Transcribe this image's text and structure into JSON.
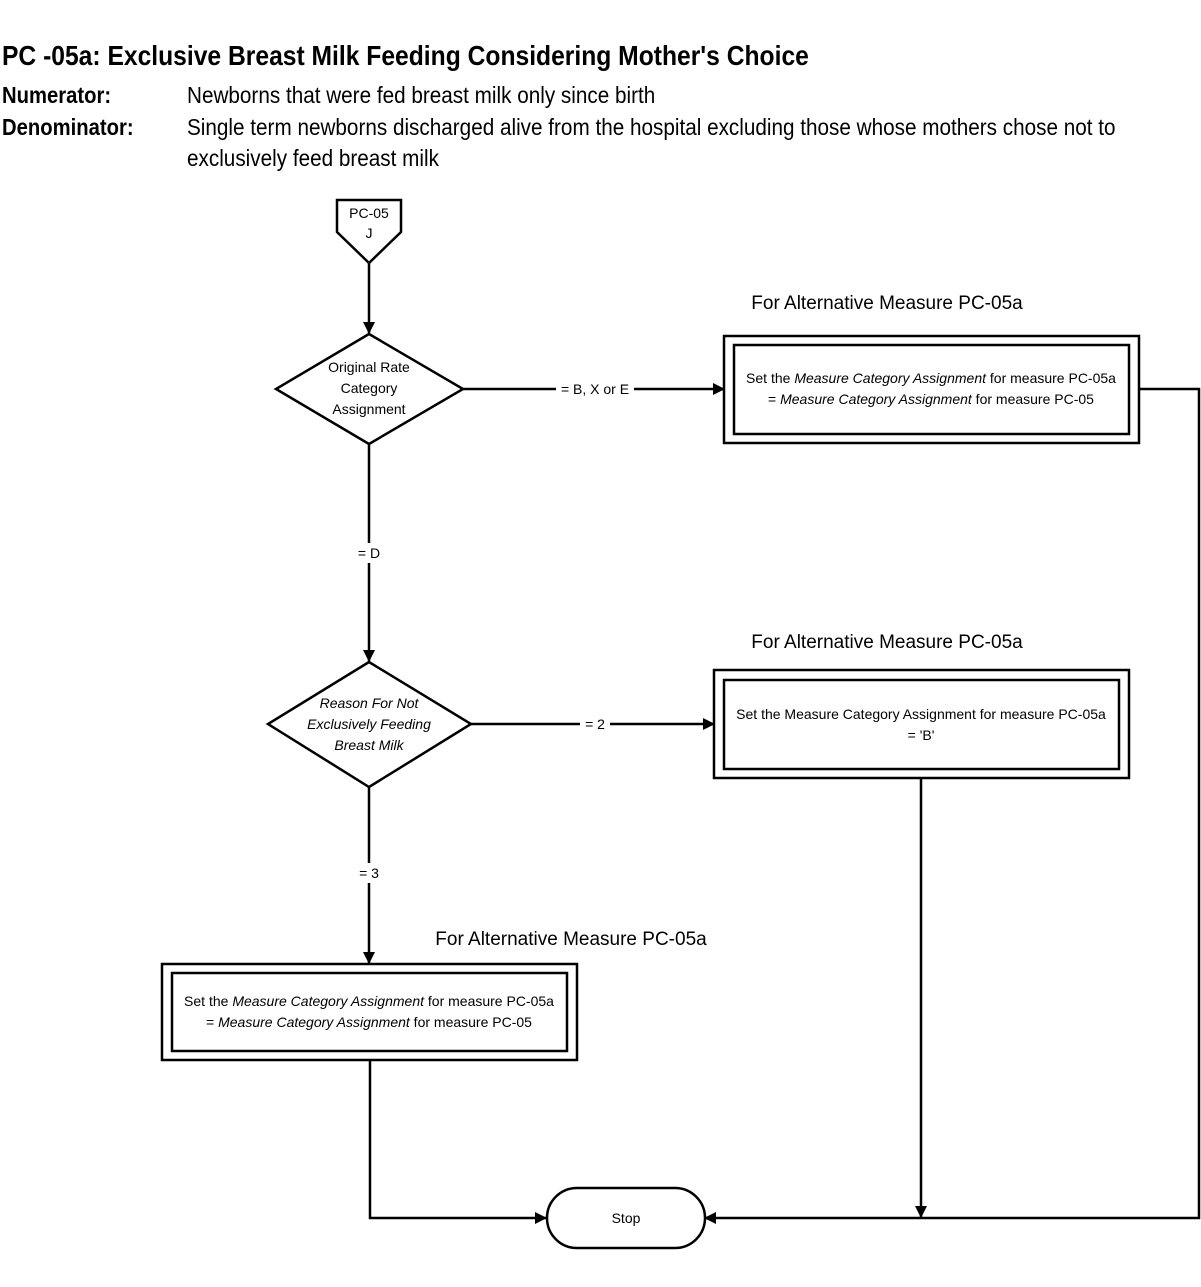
{
  "title": "PC -05a:  Exclusive Breast Milk Feeding Considering Mother's Choice",
  "numerator": {
    "label": "Numerator:",
    "text": "Newborns that were fed breast milk only since birth"
  },
  "denominator": {
    "label": "Denominator:",
    "text_line1": "Single term newborns discharged alive from the hospital excluding those whose mothers chose not to",
    "text_line2": "exclusively feed breast milk"
  },
  "connector": {
    "line1": "PC-05",
    "line2": "J"
  },
  "decision1": {
    "line1": "Original Rate",
    "line2": "Category",
    "line3": "Assignment"
  },
  "decision2": {
    "line1": "Reason For Not",
    "line2": "Exclusively Feeding",
    "line3": "Breast Milk"
  },
  "edges": {
    "d1_right": "= B, X or E",
    "d1_down": "= D",
    "d2_right": "= 2",
    "d2_down": "= 3"
  },
  "box1": {
    "caption": "For Alternative Measure PC-05a",
    "line1_pre": "Set the ",
    "line1_em": "Measure Category Assignment",
    "line1_post": " for measure PC-05a",
    "line2_pre": "= ",
    "line2_em": "Measure Category Assignment",
    "line2_post": " for measure  PC-05"
  },
  "box2": {
    "caption": "For Alternative Measure PC-05a",
    "line1": "Set the Measure Category Assignment for measure PC-05a",
    "line2": "= 'B'"
  },
  "box3": {
    "caption": "For Alternative Measure PC-05a",
    "line1_pre": "Set the ",
    "line1_em": "Measure Category Assignment",
    "line1_post": " for measure PC-05a",
    "line2_pre": "=  ",
    "line2_em": "Measure Category Assignment",
    "line2_post": " for measure PC-05"
  },
  "stop": {
    "label": "Stop"
  }
}
